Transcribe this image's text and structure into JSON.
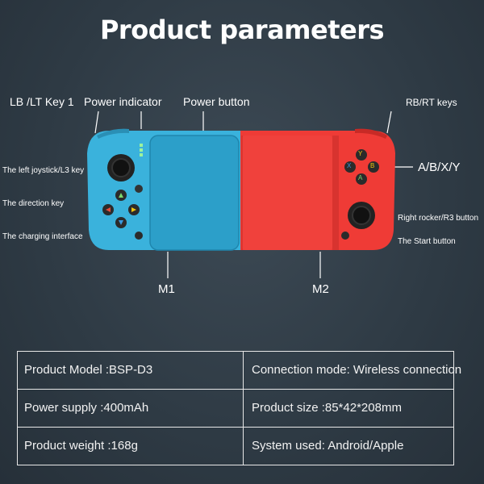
{
  "title": "Product parameters",
  "labels": {
    "lb_lt": "LB /LT Key 1",
    "power_indicator": "Power indicator",
    "power_button": "Power button",
    "rb_rt": "RB/RT keys",
    "left_joystick": "The left joystick/L3 key",
    "direction_key": "The direction key",
    "charging": "The charging interface",
    "abxy": "A/B/X/Y",
    "right_rocker": "Right rocker/R3 button",
    "start_button": "The Start button",
    "m1": "M1",
    "m2": "M2"
  },
  "face_buttons": {
    "y": "Y",
    "x": "X",
    "b": "B",
    "a": "A"
  },
  "colors": {
    "left_half": "#3ab2dc",
    "right_half": "#ef3b36",
    "background": "#2e3a44"
  },
  "specs": [
    {
      "left": "Product Model :BSP-D3",
      "right": "Connection mode: Wireless connection"
    },
    {
      "left": "Power supply :400mAh",
      "right": "Product size :85*42*208mm"
    },
    {
      "left": "Product weight :168g",
      "right": "System used: Android/Apple"
    }
  ]
}
